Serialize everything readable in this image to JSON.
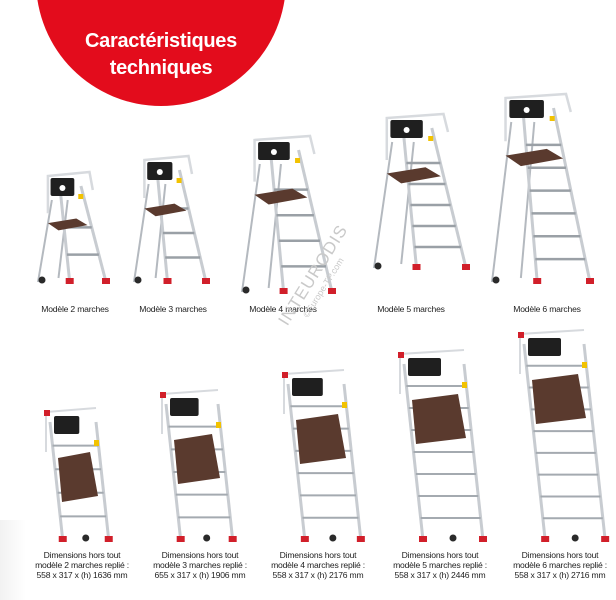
{
  "header": {
    "line1": "Caractéristiques",
    "line2": "techniques"
  },
  "colors": {
    "brand_red": "#e30c1c",
    "metal": "#c8ccd1",
    "step_dark": "#5a3a2e",
    "accent_red": "#d11f2a",
    "accent_yellow": "#f2c200"
  },
  "models": [
    {
      "label": "Modèle 2 marches"
    },
    {
      "label": "Modèle 3 marches"
    },
    {
      "label": "Modèle 4 marches"
    },
    {
      "label": "Modèle 5 marches"
    },
    {
      "label": "Modèle 6 marches"
    }
  ],
  "dimensions": [
    {
      "line1": "Dimensions hors tout",
      "line2": "modèle 2 marches replié :",
      "line3": "558 x 317 x (h) 1636 mm"
    },
    {
      "line1": "Dimensions hors tout",
      "line2": "modèle 3 marches replié :",
      "line3": "655 x 317 x (h) 1906 mm"
    },
    {
      "line1": "Dimensions hors tout",
      "line2": "modèle 4 marches replié :",
      "line3": "558 x 317 x (h) 2176 mm"
    },
    {
      "line1": "Dimensions hors tout",
      "line2": "modèle 5 marches replié :",
      "line3": "558 x 317 x (h) 2446 mm"
    },
    {
      "line1": "Dimensions hors tout",
      "line2": "modèle 6 marches replié :",
      "line3": "558 x 317 x (h) 2716 mm"
    }
  ],
  "watermark": {
    "line1": "INTEURODIS",
    "line2": "©Europe-TP.com"
  }
}
